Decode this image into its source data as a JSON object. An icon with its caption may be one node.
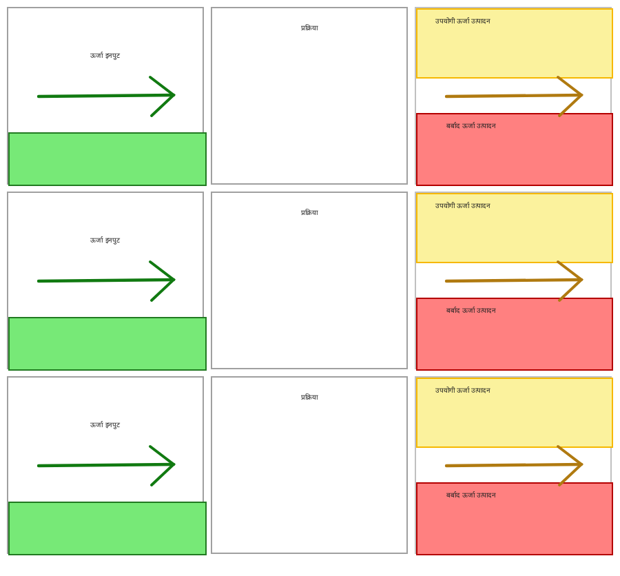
{
  "diagram": {
    "nodes": [
      {
        "text": [
          "ऊर्जा इनपुट"
        ]
      },
      {
        "text": [],
        "shape": "box",
        "in": 0
      },
      {
        "text": [
          "प्रक्रिया"
        ]
      },
      {
        "text": [],
        "shape": "box"
      },
      {
        "text": [
          "उपयोगी ऊर्जा उत्पादन"
        ],
        "in": 3
      },
      {
        "text": [
          "बर्बाद ऊर्जा उत्पादन"
        ],
        "in": 3
      },
      {
        "text": [
          "ऊर्जा इनपुट"
        ]
      },
      {
        "text": [],
        "shape": "box",
        "in": 6
      },
      {
        "text": [
          "प्रक्रिया"
        ]
      },
      {
        "text": [],
        "shape": "box"
      },
      {
        "text": [
          "उपयोगी ऊर्जा उत्पादन"
        ],
        "in": 9
      },
      {
        "text": [
          "बर्बाद ऊर्जा उत्पादन"
        ],
        "in": 9
      },
      {
        "text": [
          "ऊर्जा इनपुट"
        ]
      },
      {
        "text": [],
        "shape": "box",
        "in": 12
      },
      {
        "text": [
          "प्रक्रिया"
        ]
      },
      {
        "text": [],
        "shape": "box"
      },
      {
        "text": [
          "उपयोगी ऊर्जा उत्पादन"
        ],
        "in": 15
      },
      {
        "text": [
          "बर्बाद ऊर्जा उत्पादन"
        ],
        "in": 15
      }
    ]
  }
}
